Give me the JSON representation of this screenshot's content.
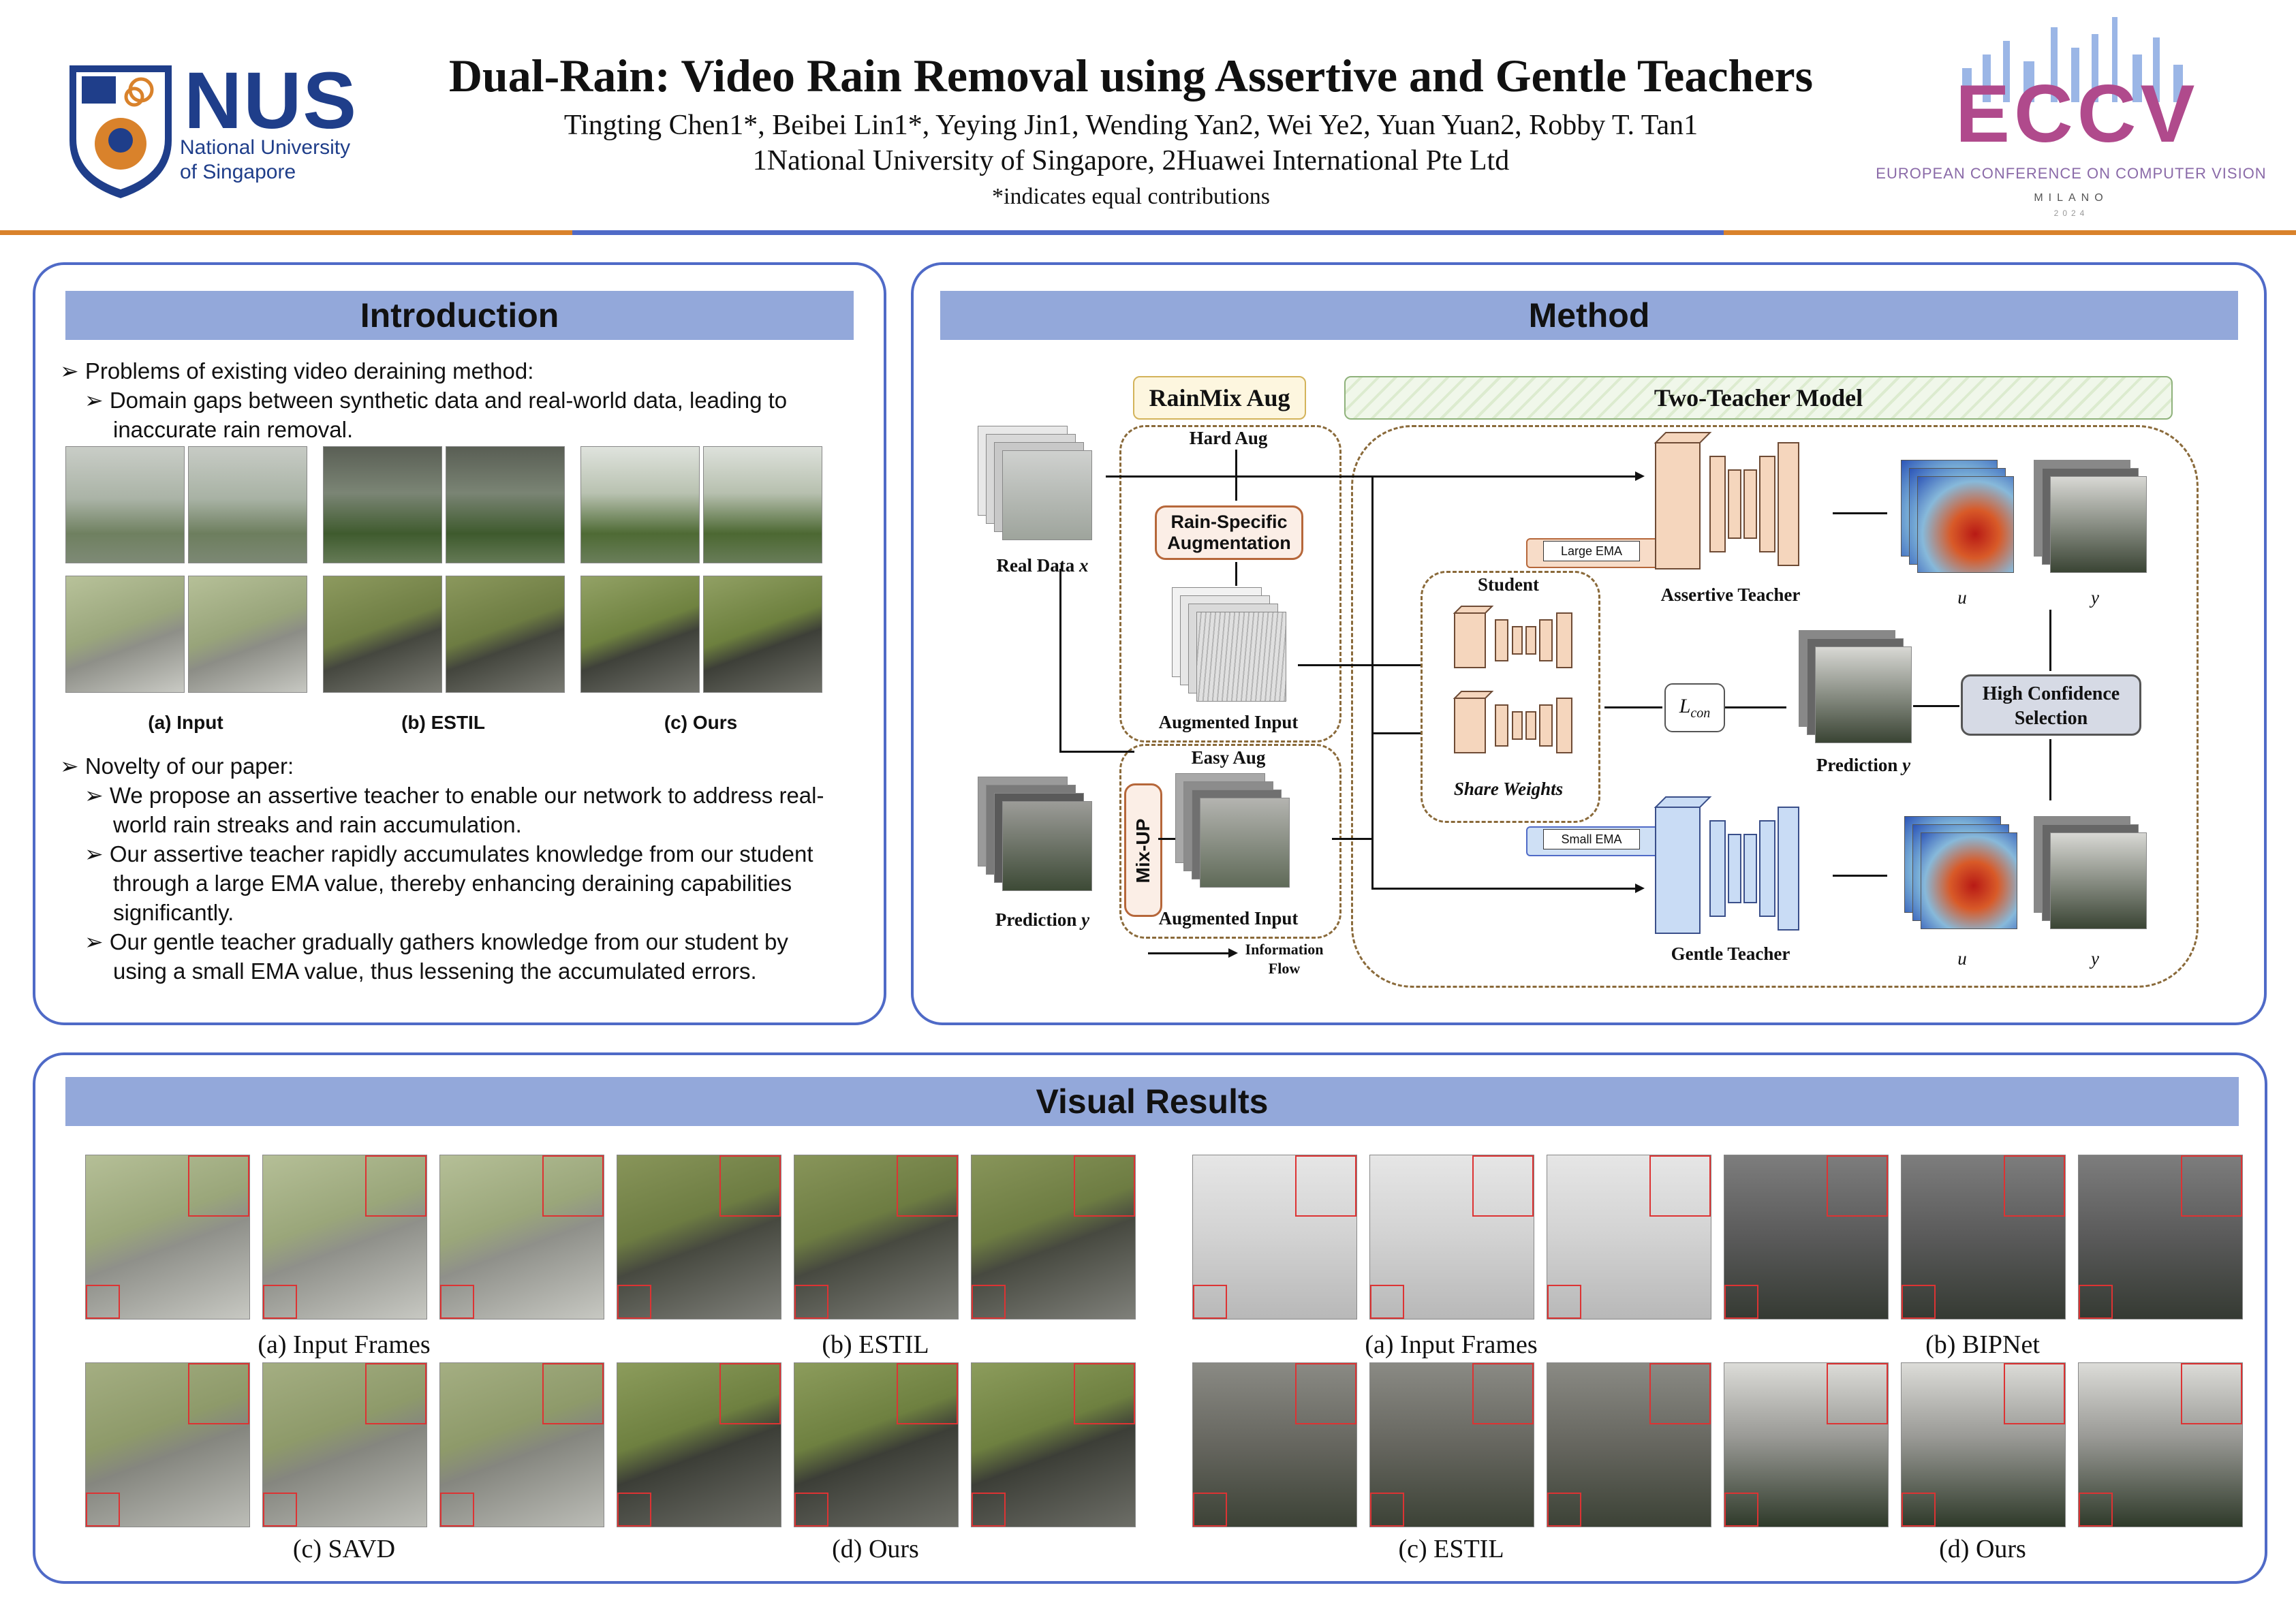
{
  "header": {
    "title": "Dual-Rain: Video Rain Removal using Assertive and Gentle Teachers",
    "authors": "Tingting Chen1*, Beibei Lin1*, Yeying Jin1, Wending Yan2, Wei Ye2, Yuan Yuan2, Robby T. Tan1",
    "affiliations": "1National University of Singapore, 2Huawei International Pte Ltd",
    "equal_note": "*indicates equal contributions",
    "nus_logo_text": "NUS",
    "nus_subtitle_1": "National University",
    "nus_subtitle_2": "of Singapore",
    "eccv_logo_text": "ECCV",
    "eccv_subtitle": "EUROPEAN CONFERENCE ON COMPUTER VISION",
    "eccv_city": "MILANO",
    "eccv_year": "2024"
  },
  "colors": {
    "accent_orange": "#d9822b",
    "panel_border": "#4f6ac7",
    "section_bar": "#93a8da",
    "nus_blue": "#1f3e8a"
  },
  "introduction": {
    "title": "Introduction",
    "problems_heading": "Problems of existing video deraining method:",
    "problem_1_line1": "Domain gaps between synthetic data and real-world data, leading to",
    "problem_1_line2": "inaccurate rain removal.",
    "captions": [
      "(a) Input",
      "(b) ESTIL",
      "(c) Ours"
    ],
    "novelty_heading": "Novelty of our paper:",
    "novelty_1_line1": "We propose an assertive teacher to enable our network to address real-",
    "novelty_1_line2": "world rain streaks and rain accumulation.",
    "novelty_2_line1": "Our assertive teacher rapidly accumulates knowledge from our student",
    "novelty_2_line2": "through a large EMA value, thereby enhancing deraining capabilities",
    "novelty_2_line3": "significantly.",
    "novelty_3_line1": "Our gentle teacher gradually gathers knowledge from our student by",
    "novelty_3_line2": "using a small EMA value, thus lessening the accumulated errors."
  },
  "method": {
    "title": "Method",
    "rainmix_label": "RainMix Aug",
    "two_teacher_label": "Two-Teacher Model",
    "hard_aug": "Hard Aug",
    "easy_aug": "Easy Aug",
    "rain_specific": "Rain-Specific Augmentation",
    "augmented_input_1": "Augmented Input",
    "augmented_input_2": "Augmented Input",
    "real_data": "Real Data",
    "real_data_sym": "x",
    "prediction_left": "Prediction",
    "mixup": "Mix-UP",
    "info_flow_1": "Information",
    "info_flow_2": "Flow",
    "student": "Student",
    "share_weights": "Share Weights",
    "large_ema": "Large EMA",
    "small_ema": "Small EMA",
    "assertive_teacher": "Assertive Teacher",
    "gentle_teacher": "Gentle Teacher",
    "loss": "L",
    "loss_sub": "con",
    "high_conf_1": "High Confidence",
    "high_conf_2": "Selection",
    "prediction_right": "Prediction",
    "u_ta": "u",
    "y_ta": "y",
    "u_tg": "u",
    "y_tg": "y"
  },
  "visual": {
    "title": "Visual Results",
    "left_captions": [
      "(a) Input Frames",
      "(b) ESTIL",
      "(c) SAVD",
      "(d) Ours"
    ],
    "right_captions": [
      "(a) Input Frames",
      "(b) BIPNet",
      "(c) ESTIL",
      "(d) Ours"
    ]
  }
}
